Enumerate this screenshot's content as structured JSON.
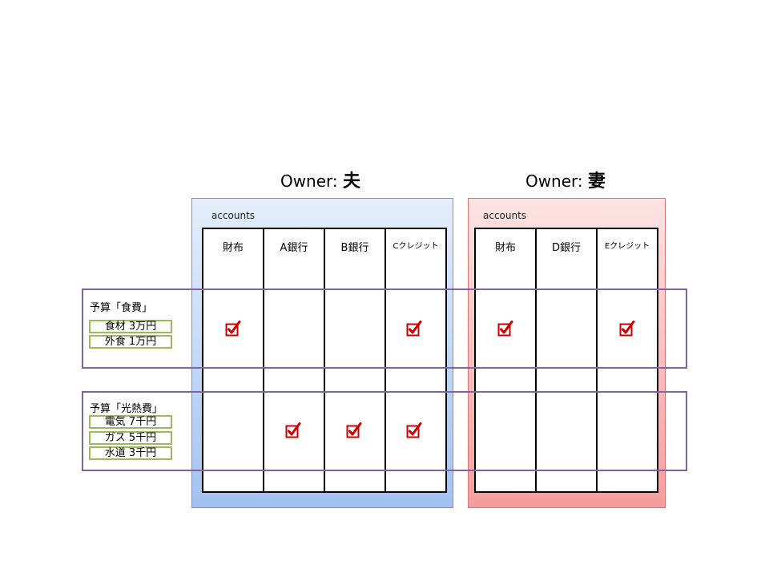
{
  "owners": [
    {
      "prefix": "Owner:",
      "name": "夫"
    },
    {
      "prefix": "Owner:",
      "name": "妻"
    }
  ],
  "panels": [
    {
      "label": "accounts",
      "color": "#a3c1f1",
      "columns": [
        "財布",
        "A銀行",
        "B銀行",
        "Cクレジット"
      ]
    },
    {
      "label": "accounts",
      "color": "#f59d9d",
      "columns": [
        "財布",
        "D銀行",
        "Eクレジット"
      ]
    }
  ],
  "budgets": [
    {
      "title": "予算「食費」",
      "items": [
        "食材 3万円",
        "外食 1万円"
      ]
    },
    {
      "title": "予算「光熱費」",
      "items": [
        "電気 7千円",
        "ガス 5千円",
        "水道 3千円"
      ]
    }
  ],
  "checks": {
    "food": [
      "財布(夫)",
      "Cクレジット",
      "財布(妻)",
      "Eクレジット"
    ],
    "utilities": [
      "A銀行",
      "B銀行",
      "Cクレジット"
    ]
  },
  "colors": {
    "band_border": "#8064a2",
    "item_border": "#9bbb59",
    "check": "#cc0000"
  }
}
